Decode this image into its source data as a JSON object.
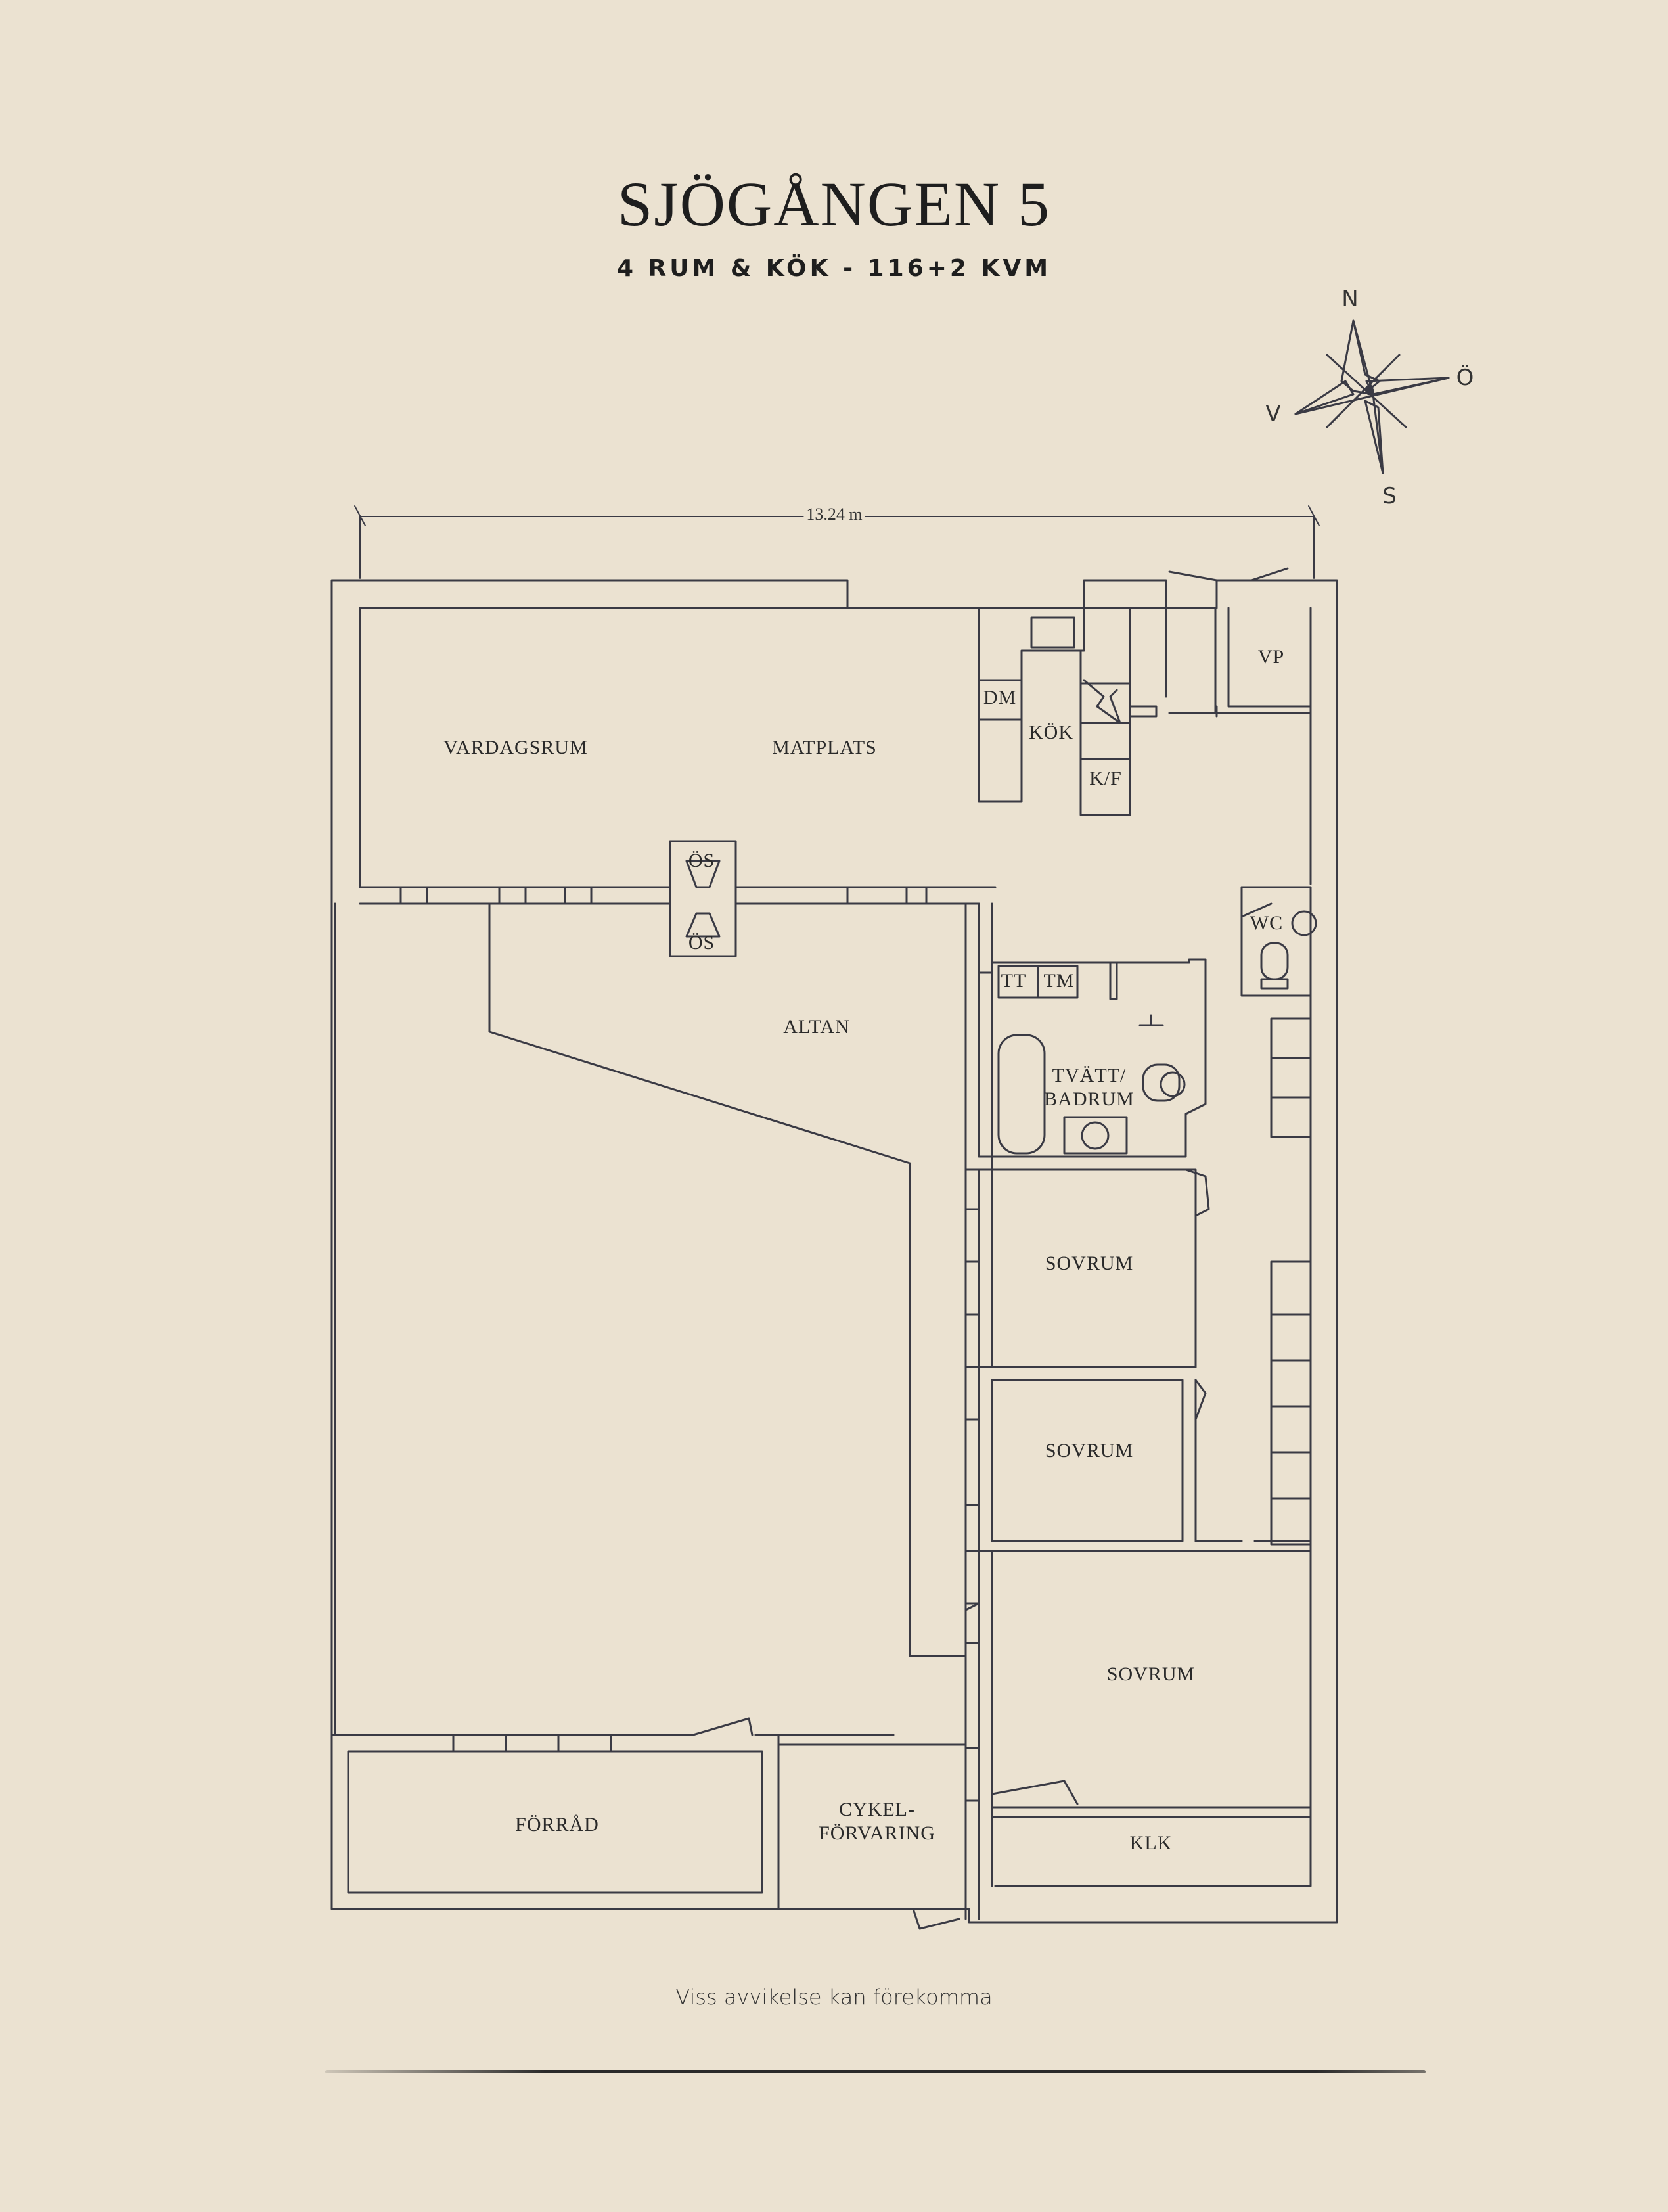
{
  "header": {
    "title": "SJÖGÅNGEN 5",
    "subtitle": "4 RUM & KÖK  -  116+2 KVM"
  },
  "compass": {
    "north": "N",
    "east": "Ö",
    "south": "S",
    "west": "V"
  },
  "dimension": {
    "width_label": "13.24 m"
  },
  "rooms": {
    "vardagsrum": "VARDAGSRUM",
    "matplats": "MATPLATS",
    "dm": "DM",
    "kok": "KÖK",
    "kf": "K/F",
    "vp": "VP",
    "os_top": "ÖS",
    "os_bottom": "ÖS",
    "wc": "WC",
    "tt": "TT",
    "tm": "TM",
    "altan": "ALTAN",
    "tvatt_line1": "TVÄTT/",
    "tvatt_line2": "BADRUM",
    "sovrum_1": "SOVRUM",
    "sovrum_2": "SOVRUM",
    "sovrum_3": "SOVRUM",
    "forrad": "FÖRRÅD",
    "cykel_line1": "CYKEL-",
    "cykel_line2": "FÖRVARING",
    "klk": "KLK"
  },
  "footer": {
    "note": "Viss avvikelse kan förekomma"
  }
}
